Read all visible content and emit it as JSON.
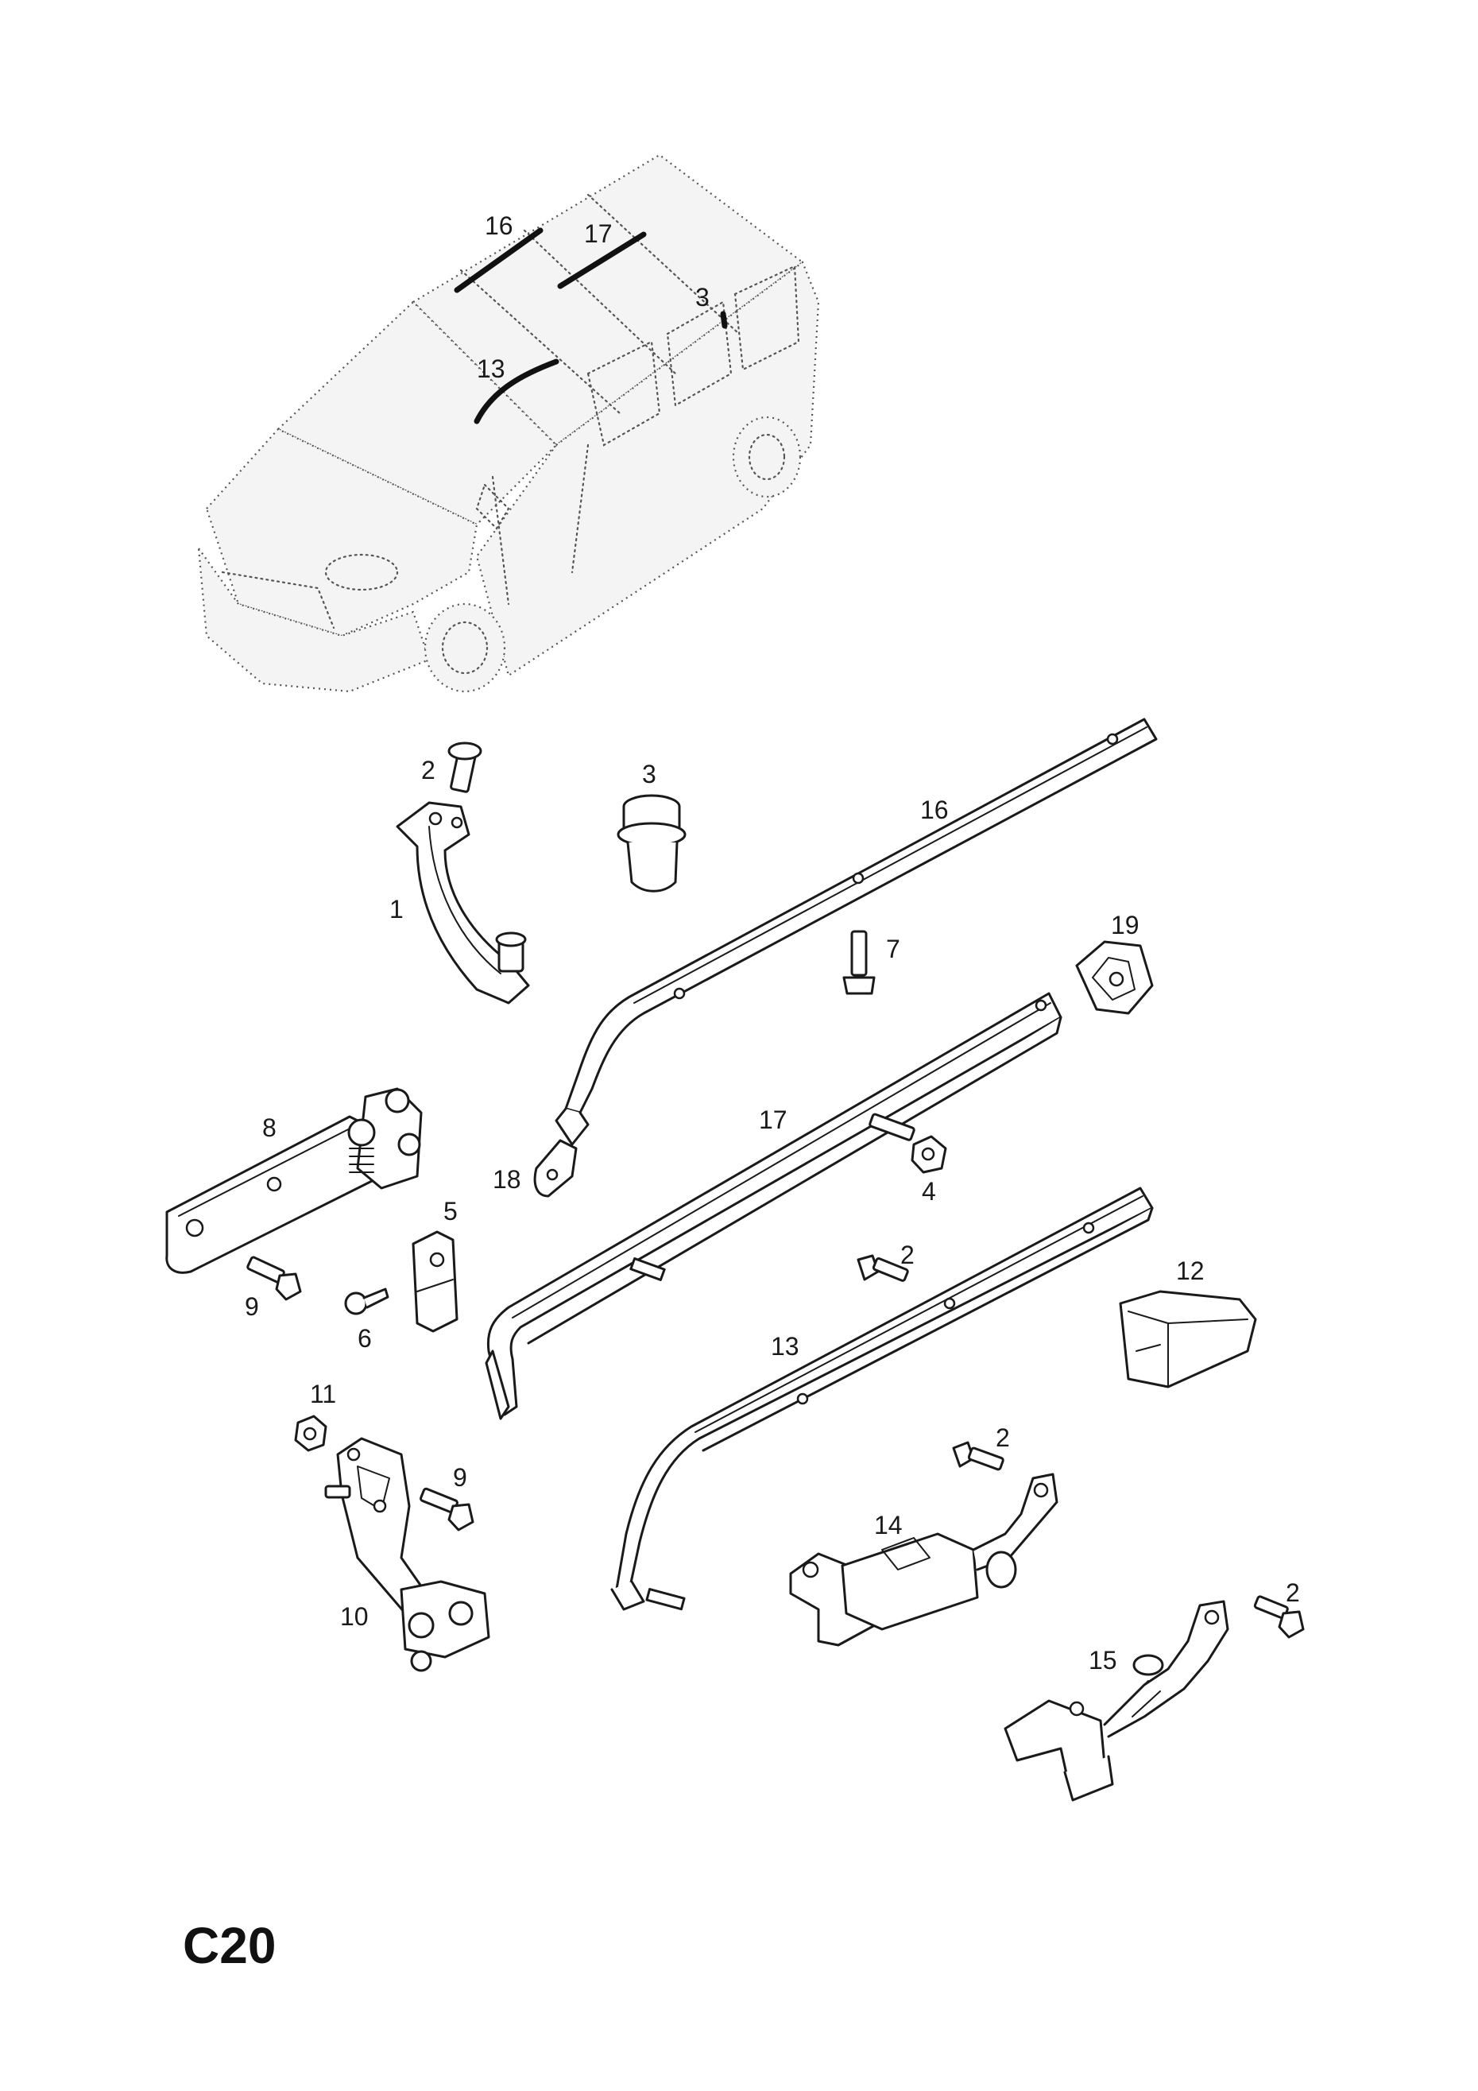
{
  "page_code": "C20",
  "overview_callouts": {
    "c16": "16",
    "c17": "17",
    "c3": "3",
    "c13": "13"
  },
  "callouts": {
    "p1": "1",
    "p2a": "2",
    "p2b": "2",
    "p2c": "2",
    "p2d": "2",
    "p3": "3",
    "p4": "4",
    "p5": "5",
    "p6": "6",
    "p7": "7",
    "p8": "8",
    "p9a": "9",
    "p9b": "9",
    "p10": "10",
    "p11": "11",
    "p12": "12",
    "p13": "13",
    "p14": "14",
    "p15": "15",
    "p16": "16",
    "p17": "17",
    "p18": "18",
    "p19": "19"
  }
}
